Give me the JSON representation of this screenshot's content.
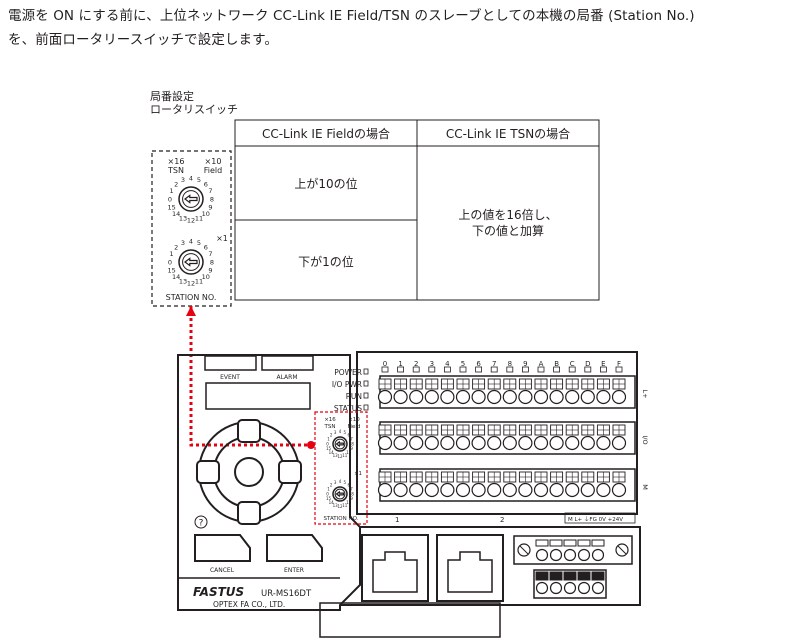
{
  "intro": {
    "line1": "電源を ON にする前に、上位ネットワーク CC-Link IE Field/TSN のスレーブとしての本機の局番 (Station No.)",
    "line2": "を、前面ロータリースイッチで設定します。"
  },
  "callout": {
    "line1": "局番設定",
    "line2": "ロータリスイッチ"
  },
  "table": {
    "header_field": "CC-Link IE Fieldの場合",
    "header_tsn": "CC-Link IE TSNの場合",
    "field_upper": "上が10の位",
    "field_lower": "下が1の位",
    "tsn_line1": "上の値を16倍し、",
    "tsn_line2": "下の値と加算"
  },
  "switch_labels": {
    "upper_left_mult": "×16",
    "upper_left_name": "TSN",
    "upper_right_mult": "×10",
    "upper_right_name": "Field",
    "lower_mult": "×1",
    "station": "STATION NO."
  },
  "dial_numbers": [
    "0",
    "1",
    "2",
    "3",
    "4",
    "5",
    "6",
    "7",
    "8",
    "9",
    "10",
    "11",
    "12",
    "13",
    "14",
    "15"
  ],
  "device": {
    "event": "EVENT",
    "alarm": "ALARM",
    "leds": [
      "POWER",
      "I/O PWR",
      "RUN",
      "STATUS"
    ],
    "channels": [
      "0",
      "1",
      "2",
      "3",
      "4",
      "5",
      "6",
      "7",
      "8",
      "9",
      "A",
      "B",
      "C",
      "D",
      "E",
      "F"
    ],
    "row_labels": [
      "L+",
      "I/O",
      "M"
    ],
    "group1": "1",
    "group2": "2",
    "power_terminal": "M  L+ ⏚FG  0V +24V",
    "help": "?",
    "cancel": "CANCEL",
    "enter": "ENTER",
    "brand": "FASTUS",
    "model": "UR-MS16DT",
    "maker": "OPTEX FA CO., LTD."
  },
  "colors": {
    "accent": "#e60012",
    "line": "#231f20"
  }
}
